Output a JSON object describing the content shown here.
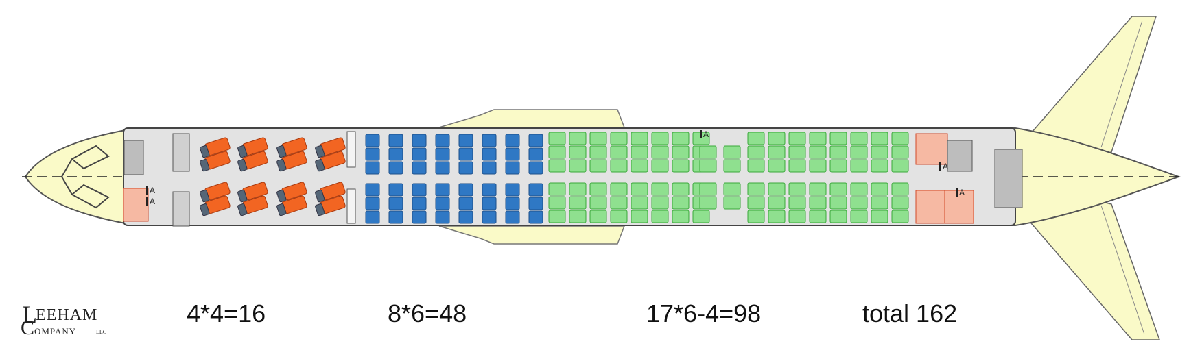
{
  "logo": {
    "line1_initial": "L",
    "line1_rest": "EEHAM",
    "line2_initial": "C",
    "line2_rest": "OMPANY",
    "line2_suffix": "LLC"
  },
  "captions": {
    "business": "4*4=16",
    "premium": "8*6=48",
    "economy": "17*6-4=98",
    "total": "total 162"
  },
  "seating": {
    "business": {
      "rows": 4,
      "seats_per_row": 4,
      "total": 16,
      "color": "#f26522"
    },
    "premium": {
      "rows": 8,
      "seats_per_row": 6,
      "total": 48,
      "color": "#2f78c4"
    },
    "economy": {
      "rows": 17,
      "seats_per_row": 6,
      "removed": 4,
      "total": 98,
      "color": "#8fe08f"
    },
    "total": 162
  },
  "markers": {
    "attendant": "A"
  },
  "colors": {
    "airframe": "#fafac8",
    "cabin_floor": "#e3e3e3",
    "galley": "#bdbdbd",
    "lavatory": "#f6b9a3",
    "outline": "#555555"
  }
}
